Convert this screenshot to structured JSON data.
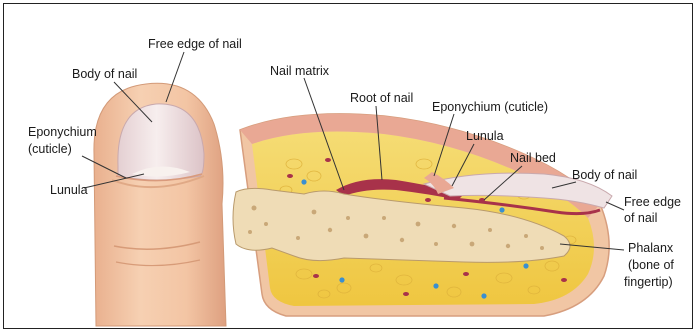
{
  "labels": {
    "free_edge_left": "Free edge of nail",
    "body_left": "Body of nail",
    "eponychium_left_1": "Eponychium",
    "eponychium_left_2": "(cuticle)",
    "lunula_left": "Lunula",
    "nail_matrix": "Nail matrix",
    "root_of_nail": "Root of nail",
    "eponychium_right": "Eponychium (cuticle)",
    "lunula_right": "Lunula",
    "nail_bed": "Nail bed",
    "body_right": "Body of nail",
    "free_edge_right_1": "Free edge",
    "free_edge_right_2": "of nail",
    "phalanx_1": "Phalanx",
    "phalanx_2": "(bone of",
    "phalanx_3": "fingertip)"
  },
  "colors": {
    "skin": "#f4c9a8",
    "skin_shadow": "#e2a987",
    "nail": "#efe3e4",
    "fat": "#f2d35a",
    "fat_dark": "#e2b73b",
    "bone": "#efdcb6",
    "bone_pore": "#c9a878",
    "vessel": "#a8324a",
    "cell_dot": "#3a8fd0"
  }
}
